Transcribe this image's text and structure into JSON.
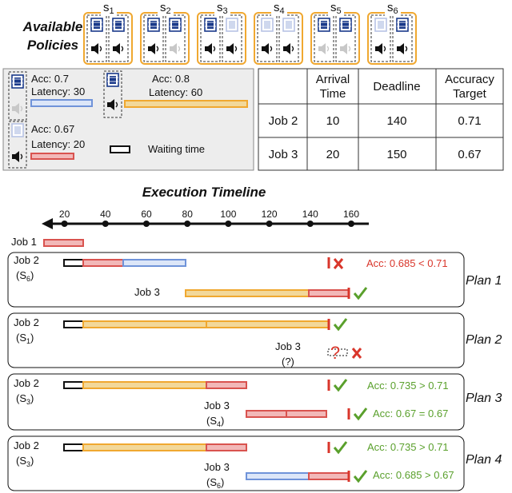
{
  "title": {
    "line1": "Available",
    "line2": "Policies"
  },
  "policies": [
    {
      "name": "s",
      "sub": "1",
      "video": [
        "solid",
        "solid"
      ],
      "audio": [
        "solid",
        "solid"
      ]
    },
    {
      "name": "s",
      "sub": "2",
      "video": [
        "solid",
        "solid"
      ],
      "audio": [
        "solid",
        "faded"
      ]
    },
    {
      "name": "s",
      "sub": "3",
      "video": [
        "solid",
        "faded"
      ],
      "audio": [
        "solid",
        "solid"
      ]
    },
    {
      "name": "s",
      "sub": "4",
      "video": [
        "faded",
        "faded"
      ],
      "audio": [
        "solid",
        "solid"
      ]
    },
    {
      "name": "s",
      "sub": "5",
      "video": [
        "solid",
        "solid"
      ],
      "audio": [
        "faded",
        "faded"
      ]
    },
    {
      "name": "s",
      "sub": "6",
      "video": [
        "faded",
        "solid"
      ],
      "audio": [
        "solid",
        "solid"
      ]
    }
  ],
  "legend": {
    "m1": {
      "acc": "Acc: 0.7",
      "lat": "Latency: 30"
    },
    "m2": {
      "acc": "Acc: 0.8",
      "lat": "Latency: 60"
    },
    "m3": {
      "acc": "Acc: 0.67",
      "lat": "Latency: 20"
    },
    "waiting": "Waiting time"
  },
  "table": {
    "headers": [
      "",
      "Arrival",
      "Time",
      "Deadline",
      "Accuracy",
      "Target"
    ],
    "rows": [
      {
        "job": "Job 2",
        "arrival": "10",
        "deadline": "140",
        "target": "0.71"
      },
      {
        "job": "Job 3",
        "arrival": "20",
        "deadline": "150",
        "target": "0.67"
      }
    ]
  },
  "timeline": {
    "title": "Execution Timeline",
    "ticks": [
      "20",
      "40",
      "60",
      "80",
      "100",
      "120",
      "140",
      "160"
    ],
    "tick_values": [
      20,
      40,
      60,
      80,
      100,
      120,
      140,
      160
    ]
  },
  "job1": {
    "label": "Job 1"
  },
  "plans": [
    {
      "name": "Plan 1",
      "job2": "Job 2",
      "job2_policy": "(S",
      "job2_sub": "6",
      "job3": "Job 3",
      "note": "Acc: 0.685 < 0.71"
    },
    {
      "name": "Plan 2",
      "job2": "Job 2",
      "job2_policy": "(S",
      "job2_sub": "1",
      "job3": "Job 3",
      "job3_policy": "(?)",
      "mark": "?"
    },
    {
      "name": "Plan 3",
      "job2": "Job 2",
      "job2_policy": "(S",
      "job2_sub": "3",
      "job3": "Job 3",
      "job3_policy": "(S",
      "job3_sub": "4",
      "note2": "Acc: 0.735 > 0.71",
      "note3": "Acc: 0.67 = 0.67"
    },
    {
      "name": "Plan 4",
      "job2": "Job 2",
      "job2_policy": "(S",
      "job2_sub": "3",
      "job3": "Job 3",
      "job3_policy": "(S",
      "job3_sub": "6",
      "note2": "Acc: 0.735 > 0.71",
      "note3": "Acc: 0.685 > 0.67"
    }
  ],
  "colors": {
    "orange": "#f0a830",
    "yellow": "#f2d89a",
    "red": "#d9534f",
    "redfill": "#f2b8b8",
    "blue": "#6f93d9",
    "bluefill": "#dce6f8",
    "green": "#5aa02c",
    "accred": "#d9362b",
    "gray": "#ededed",
    "navy": "#1a3a8a"
  }
}
